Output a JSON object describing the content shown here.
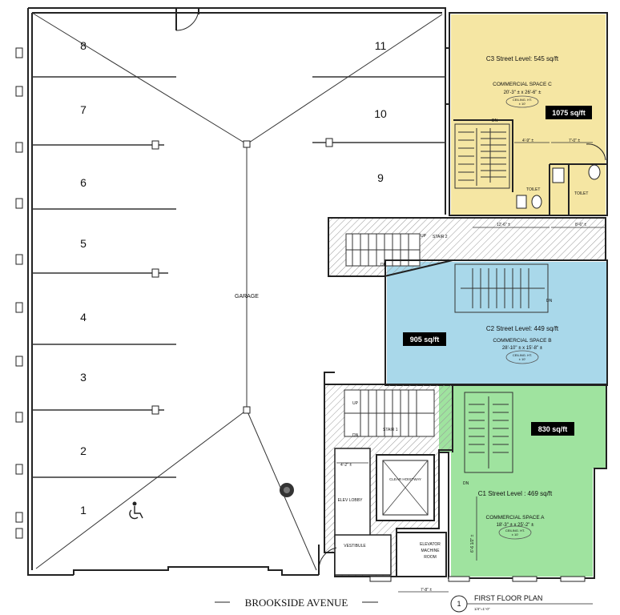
{
  "colors": {
    "c3_fill": "#f5e6a3",
    "c2_fill": "#a9d8ea",
    "c1_fill": "#9fe39f",
    "wall": "#222222",
    "label_box": "#000000"
  },
  "garage": {
    "label": "GARAGE",
    "parking_numbers": [
      "8",
      "7",
      "6",
      "5",
      "4",
      "3",
      "2",
      "1",
      "11",
      "10",
      "9"
    ],
    "accessible_icon": "wheelchair-icon"
  },
  "space_c3": {
    "title": "C3 Street Level: 545 sq/ft",
    "name": "COMMERCIAL SPACE C",
    "dims": "20'-3\" ± x 26'-6\" ±",
    "ceiling": [
      "CEILING. HT.",
      "± 10'"
    ],
    "area_badge": "1075 sq/ft",
    "stair_dn": "DN",
    "toilet_1": "TOILET",
    "toilet_2": "TOILET",
    "dim_a": "4'-9\" ±",
    "dim_b": "7'-0\" ±"
  },
  "stair_2": {
    "label": "STAIR 2",
    "up": "UP",
    "dn": "DN",
    "dim_a": "12'-6\" ±",
    "dim_b": "8'-6\" ±"
  },
  "space_c2": {
    "title": "C2 Street Level: 449 sq/ft",
    "name": "COMMERCIAL SPACE B",
    "dims": "28'-10\" ± x 15'-8\" ±",
    "ceiling": [
      "CEILING. HT.",
      "± 10'"
    ],
    "area_badge": "905 sq/ft",
    "stair_dn": "DN"
  },
  "stair_1": {
    "label": "STAIR 1",
    "up": "UP",
    "dn": "DN"
  },
  "core": {
    "hoistway": "CLEAR HOISTWAY",
    "elev_lobby": "ELEV LOBBY",
    "vestibule": "VESTIBULE",
    "machine_room": [
      "ELEVATOR",
      "MACHINE",
      "ROOM"
    ],
    "dim_lobby": "4'-2\" ±",
    "dim_bottom": "7'-8\" ±"
  },
  "space_c1": {
    "title": "C1 Street Level : 469 sq/ft",
    "name": "COMMERCIAL SPACE A",
    "dims": "18'-3\" ± x 25'-2\" ±",
    "ceiling": [
      "CEILING. HT.",
      "± 10'"
    ],
    "area_badge": "830 sq/ft",
    "stair_dn": "DN",
    "dim_side": "6'-6 1/2\" ±"
  },
  "footer": {
    "street": "BROOKSIDE AVENUE",
    "sheet_number": "1",
    "plan_title": "FIRST FLOOR PLAN",
    "scale": "1/4\"=1'-0\""
  }
}
